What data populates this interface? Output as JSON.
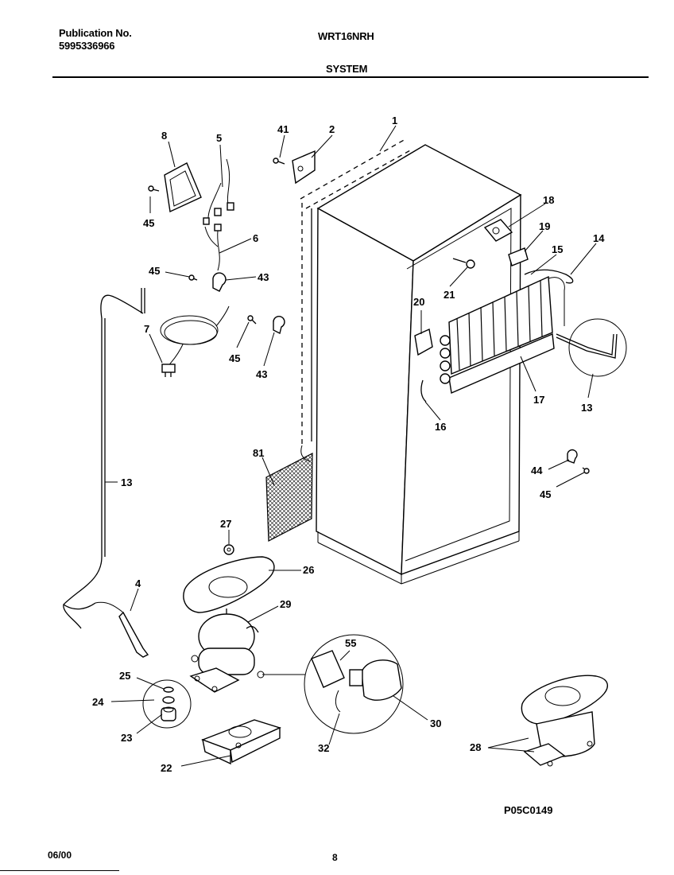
{
  "header": {
    "publication_label": "Publication No.",
    "publication_number": "5995336966",
    "model": "WRT16NRH",
    "section": "SYSTEM"
  },
  "diagram": {
    "code": "P05C0149",
    "callouts": {
      "c1": "1",
      "c2": "2",
      "c41": "41",
      "c5": "5",
      "c8": "8",
      "c45a": "45",
      "c6": "6",
      "c45b": "45",
      "c43a": "43",
      "c7": "7",
      "c45c": "45",
      "c43b": "43",
      "c18": "18",
      "c19": "19",
      "c15": "15",
      "c14": "14",
      "c20": "20",
      "c21": "21",
      "c13a": "13",
      "c17": "17",
      "c16": "16",
      "c81": "81",
      "c44": "44",
      "c45d": "45",
      "c13b": "13",
      "c27": "27",
      "c26": "26",
      "c4": "4",
      "c29": "29",
      "c55": "55",
      "c25": "25",
      "c24": "24",
      "c23": "23",
      "c30": "30",
      "c32": "32",
      "c22": "22",
      "c28": "28"
    }
  },
  "footer": {
    "date": "06/00",
    "page": "8"
  }
}
